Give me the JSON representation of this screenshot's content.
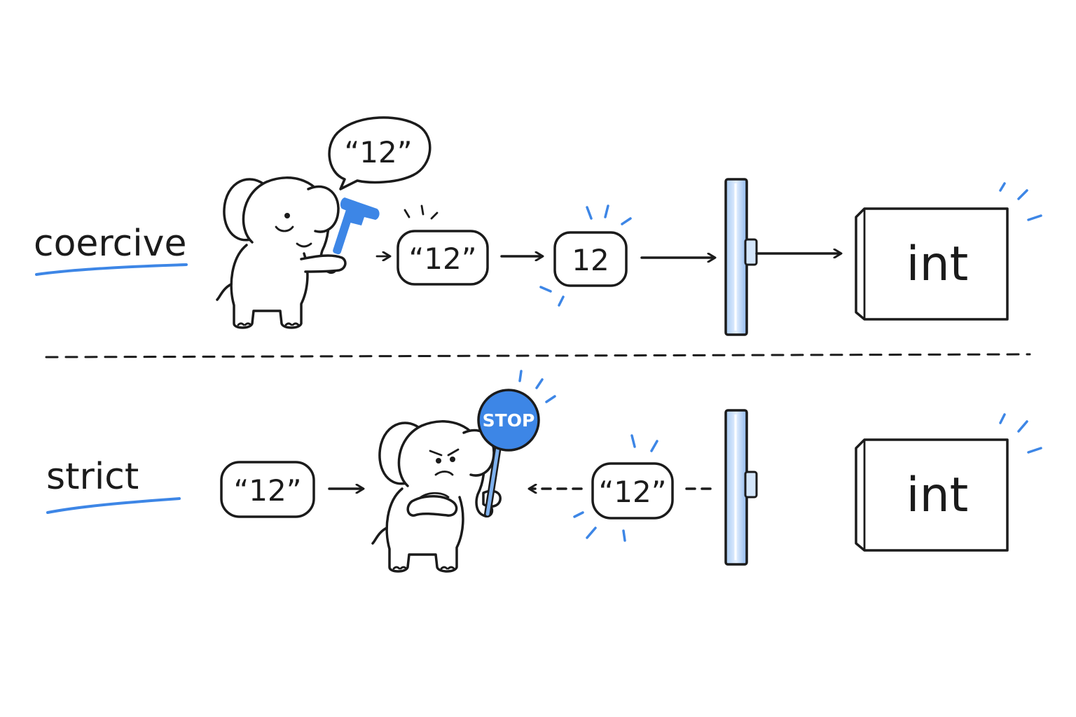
{
  "rows": {
    "coercive": {
      "label": "coercive",
      "speech_bubble": "“12”",
      "input_chip": "“12”",
      "converted_chip": "12",
      "target_box": "int"
    },
    "strict": {
      "label": "strict",
      "input_chip": "“12”",
      "rejected_chip": "“12”",
      "stop_sign": "STOP",
      "target_box": "int"
    }
  },
  "colors": {
    "accent": "#3d86e6",
    "ink": "#1b1b1b",
    "background": "#ffffff"
  }
}
